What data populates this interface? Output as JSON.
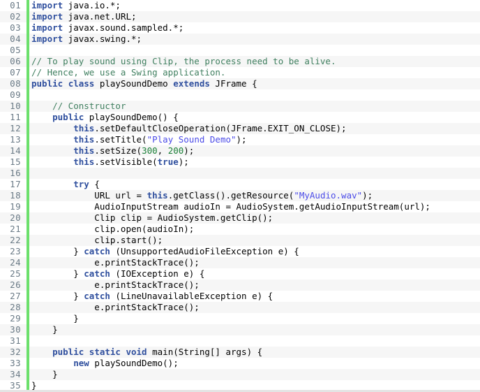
{
  "editor": {
    "language": "java",
    "total_lines": 35,
    "gutter_style": "zero-padded",
    "colors": {
      "background": "#ffffff",
      "alt_row_background": "#f6f6f6",
      "line_number": "#6a7a86",
      "change_marker": "#6ce06c",
      "keyword": "#2f4f9e",
      "comment": "#3f7f5f",
      "string": "#4b4be8",
      "number": "#1a7f37",
      "plain": "#000000"
    },
    "lines": [
      {
        "n": "01",
        "tokens": [
          {
            "t": "import",
            "c": "kw"
          },
          {
            "t": " java.io.*;",
            "c": "pln"
          }
        ]
      },
      {
        "n": "02",
        "tokens": [
          {
            "t": "import",
            "c": "kw"
          },
          {
            "t": " java.net.URL;",
            "c": "pln"
          }
        ]
      },
      {
        "n": "03",
        "tokens": [
          {
            "t": "import",
            "c": "kw"
          },
          {
            "t": " javax.sound.sampled.*;",
            "c": "pln"
          }
        ]
      },
      {
        "n": "04",
        "tokens": [
          {
            "t": "import",
            "c": "kw"
          },
          {
            "t": " javax.swing.*;",
            "c": "pln"
          }
        ]
      },
      {
        "n": "05",
        "tokens": []
      },
      {
        "n": "06",
        "tokens": [
          {
            "t": "// To play sound using Clip, the process need to be alive.",
            "c": "cmt"
          }
        ]
      },
      {
        "n": "07",
        "tokens": [
          {
            "t": "// Hence, we use a Swing application.",
            "c": "cmt"
          }
        ]
      },
      {
        "n": "08",
        "tokens": [
          {
            "t": "public",
            "c": "kw"
          },
          {
            "t": " ",
            "c": "pln"
          },
          {
            "t": "class",
            "c": "kw"
          },
          {
            "t": " playSoundDemo ",
            "c": "pln"
          },
          {
            "t": "extends",
            "c": "kw"
          },
          {
            "t": " JFrame {",
            "c": "pln"
          }
        ]
      },
      {
        "n": "09",
        "tokens": []
      },
      {
        "n": "10",
        "tokens": [
          {
            "t": "    ",
            "c": "pln"
          },
          {
            "t": "// Constructor",
            "c": "cmt"
          }
        ]
      },
      {
        "n": "11",
        "tokens": [
          {
            "t": "    ",
            "c": "pln"
          },
          {
            "t": "public",
            "c": "kw"
          },
          {
            "t": " playSoundDemo() {",
            "c": "pln"
          }
        ]
      },
      {
        "n": "12",
        "tokens": [
          {
            "t": "        ",
            "c": "pln"
          },
          {
            "t": "this",
            "c": "kw"
          },
          {
            "t": ".setDefaultCloseOperation(JFrame.EXIT_ON_CLOSE);",
            "c": "pln"
          }
        ]
      },
      {
        "n": "13",
        "tokens": [
          {
            "t": "        ",
            "c": "pln"
          },
          {
            "t": "this",
            "c": "kw"
          },
          {
            "t": ".setTitle(",
            "c": "pln"
          },
          {
            "t": "\"Play Sound Demo\"",
            "c": "str"
          },
          {
            "t": ");",
            "c": "pln"
          }
        ]
      },
      {
        "n": "14",
        "tokens": [
          {
            "t": "        ",
            "c": "pln"
          },
          {
            "t": "this",
            "c": "kw"
          },
          {
            "t": ".setSize(",
            "c": "pln"
          },
          {
            "t": "300",
            "c": "num"
          },
          {
            "t": ", ",
            "c": "pln"
          },
          {
            "t": "200",
            "c": "num"
          },
          {
            "t": ");",
            "c": "pln"
          }
        ]
      },
      {
        "n": "15",
        "tokens": [
          {
            "t": "        ",
            "c": "pln"
          },
          {
            "t": "this",
            "c": "kw"
          },
          {
            "t": ".setVisible(",
            "c": "pln"
          },
          {
            "t": "true",
            "c": "kw"
          },
          {
            "t": ");",
            "c": "pln"
          }
        ]
      },
      {
        "n": "16",
        "tokens": []
      },
      {
        "n": "17",
        "tokens": [
          {
            "t": "        ",
            "c": "pln"
          },
          {
            "t": "try",
            "c": "kw"
          },
          {
            "t": " {",
            "c": "pln"
          }
        ]
      },
      {
        "n": "18",
        "tokens": [
          {
            "t": "            URL url = ",
            "c": "pln"
          },
          {
            "t": "this",
            "c": "kw"
          },
          {
            "t": ".getClass().getResource(",
            "c": "pln"
          },
          {
            "t": "\"MyAudio.wav\"",
            "c": "str"
          },
          {
            "t": ");",
            "c": "pln"
          }
        ]
      },
      {
        "n": "19",
        "tokens": [
          {
            "t": "            AudioInputStream audioIn = AudioSystem.getAudioInputStream(url);",
            "c": "pln"
          }
        ]
      },
      {
        "n": "20",
        "tokens": [
          {
            "t": "            Clip clip = AudioSystem.getClip();",
            "c": "pln"
          }
        ]
      },
      {
        "n": "21",
        "tokens": [
          {
            "t": "            clip.open(audioIn);",
            "c": "pln"
          }
        ]
      },
      {
        "n": "22",
        "tokens": [
          {
            "t": "            clip.start();",
            "c": "pln"
          }
        ]
      },
      {
        "n": "23",
        "tokens": [
          {
            "t": "        } ",
            "c": "pln"
          },
          {
            "t": "catch",
            "c": "kw"
          },
          {
            "t": " (UnsupportedAudioFileException e) {",
            "c": "pln"
          }
        ]
      },
      {
        "n": "24",
        "tokens": [
          {
            "t": "            e.printStackTrace();",
            "c": "pln"
          }
        ]
      },
      {
        "n": "25",
        "tokens": [
          {
            "t": "        } ",
            "c": "pln"
          },
          {
            "t": "catch",
            "c": "kw"
          },
          {
            "t": " (IOException e) {",
            "c": "pln"
          }
        ]
      },
      {
        "n": "26",
        "tokens": [
          {
            "t": "            e.printStackTrace();",
            "c": "pln"
          }
        ]
      },
      {
        "n": "27",
        "tokens": [
          {
            "t": "        } ",
            "c": "pln"
          },
          {
            "t": "catch",
            "c": "kw"
          },
          {
            "t": " (LineUnavailableException e) {",
            "c": "pln"
          }
        ]
      },
      {
        "n": "28",
        "tokens": [
          {
            "t": "            e.printStackTrace();",
            "c": "pln"
          }
        ]
      },
      {
        "n": "29",
        "tokens": [
          {
            "t": "        }",
            "c": "pln"
          }
        ]
      },
      {
        "n": "30",
        "tokens": [
          {
            "t": "    }",
            "c": "pln"
          }
        ]
      },
      {
        "n": "31",
        "tokens": []
      },
      {
        "n": "32",
        "tokens": [
          {
            "t": "    ",
            "c": "pln"
          },
          {
            "t": "public",
            "c": "kw"
          },
          {
            "t": " ",
            "c": "pln"
          },
          {
            "t": "static",
            "c": "kw"
          },
          {
            "t": " ",
            "c": "pln"
          },
          {
            "t": "void",
            "c": "kw"
          },
          {
            "t": " main(String[] args) {",
            "c": "pln"
          }
        ]
      },
      {
        "n": "33",
        "tokens": [
          {
            "t": "        ",
            "c": "pln"
          },
          {
            "t": "new",
            "c": "kw"
          },
          {
            "t": " playSoundDemo();",
            "c": "pln"
          }
        ]
      },
      {
        "n": "34",
        "tokens": [
          {
            "t": "    }",
            "c": "pln"
          }
        ]
      },
      {
        "n": "35",
        "tokens": [
          {
            "t": "}",
            "c": "pln"
          }
        ]
      }
    ]
  }
}
